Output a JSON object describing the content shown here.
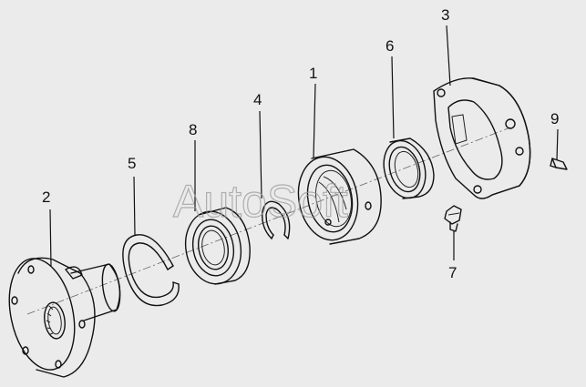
{
  "watermark": "AutoSoft",
  "callouts": {
    "p1": "1",
    "p2": "2",
    "p3": "3",
    "p4": "4",
    "p5": "5",
    "p6": "6",
    "p7": "7",
    "p8": "8",
    "p9": "9"
  },
  "colors": {
    "background": "#ebebeb",
    "part_fill": "#ffffff",
    "shade": "#c8c8c8",
    "ink": "#111111"
  }
}
